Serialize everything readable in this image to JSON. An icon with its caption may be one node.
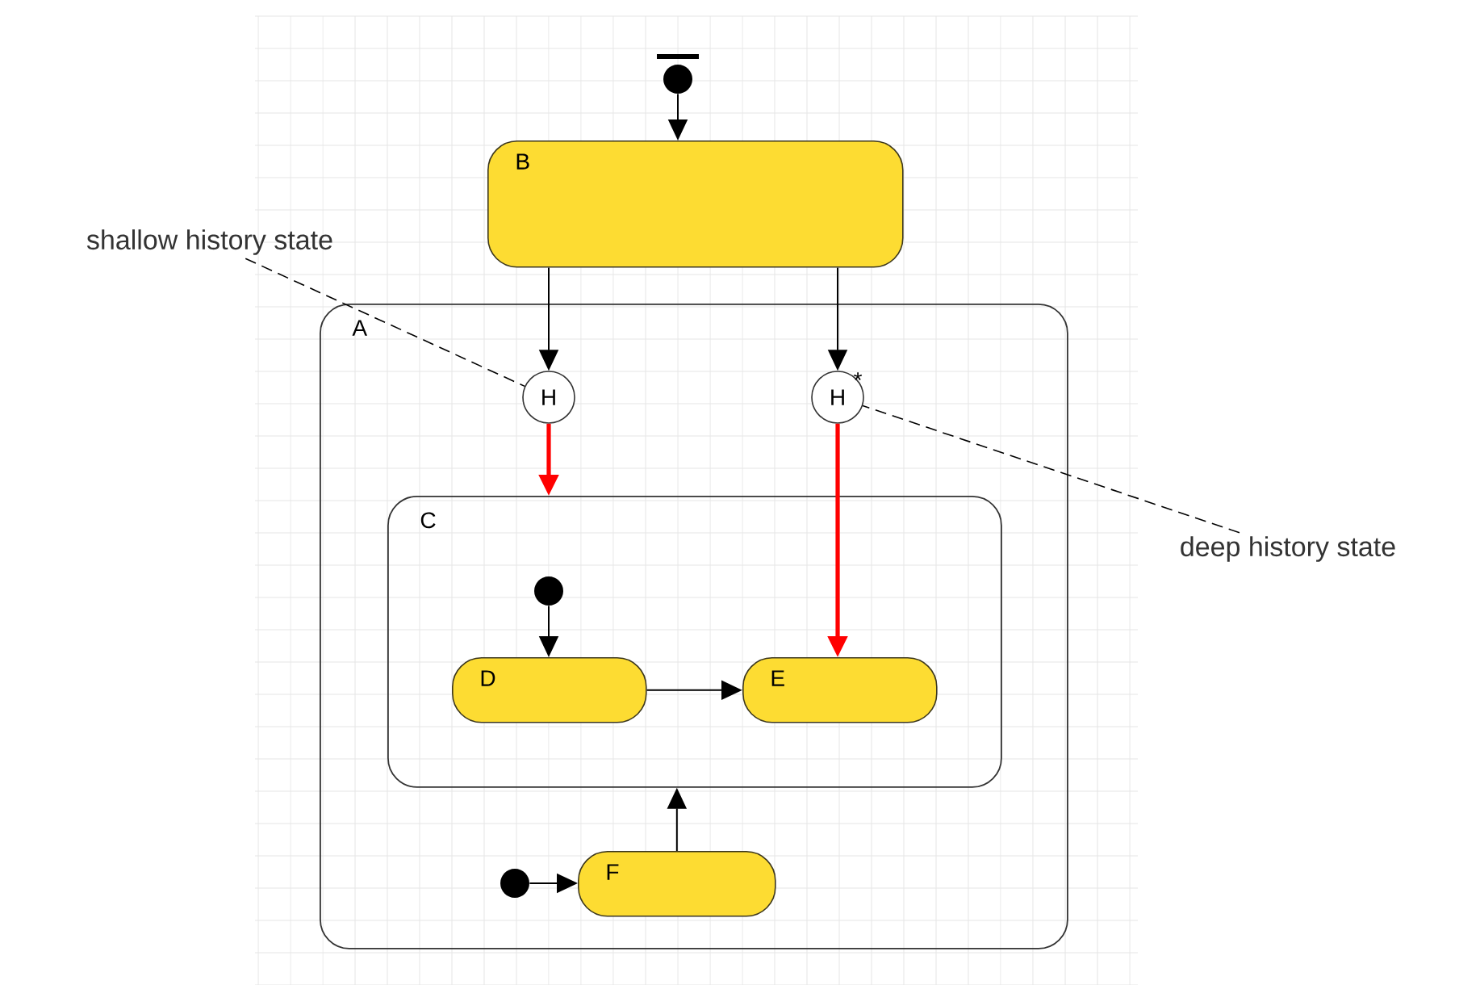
{
  "diagram": {
    "nodes": [
      {
        "text": [],
        "shape": "circle"
      },
      {
        "text": [
          "B"
        ]
      },
      {
        "text": [
          "A"
        ]
      },
      {
        "text": [
          "H"
        ],
        "in": 2
      },
      {
        "text": [
          "H"
        ],
        "in": 2,
        "beside": [
          "*"
        ]
      },
      {
        "text": [
          "C"
        ],
        "in": 2
      },
      {
        "text": [],
        "shape": "circle",
        "in": 5
      },
      {
        "text": [
          "D"
        ],
        "in": 5
      },
      {
        "text": [
          "E"
        ],
        "in": 5
      },
      {
        "text": [
          "F"
        ],
        "in": 2
      },
      {
        "text": [],
        "shape": "circle",
        "in": 2
      },
      {
        "text": [
          "shallow history state"
        ]
      },
      {
        "text": [
          "deep history state"
        ]
      }
    ],
    "edges": [
      {
        "from": 0,
        "to": 1,
        "arrow": "to"
      },
      {
        "from": 1,
        "to": 3,
        "arrow": "to"
      },
      {
        "from": 1,
        "to": 4,
        "arrow": "to"
      },
      {
        "from": 3,
        "to": 5,
        "arrow": "to",
        "style": "thick",
        "color": "#ff0000"
      },
      {
        "from": 4,
        "to": 8,
        "arrow": "to",
        "style": "thick",
        "color": "#ff0000"
      },
      {
        "from": 6,
        "to": 7,
        "arrow": "to"
      },
      {
        "from": 7,
        "to": 8,
        "arrow": "to"
      },
      {
        "from": 9,
        "to": 5,
        "arrow": "to"
      },
      {
        "from": 10,
        "to": 9,
        "arrow": "to"
      },
      {
        "from": 11,
        "to": 3,
        "arrow": "none",
        "style": "dashed"
      },
      {
        "from": 12,
        "to": 4,
        "arrow": "none",
        "style": "dashed"
      }
    ]
  }
}
